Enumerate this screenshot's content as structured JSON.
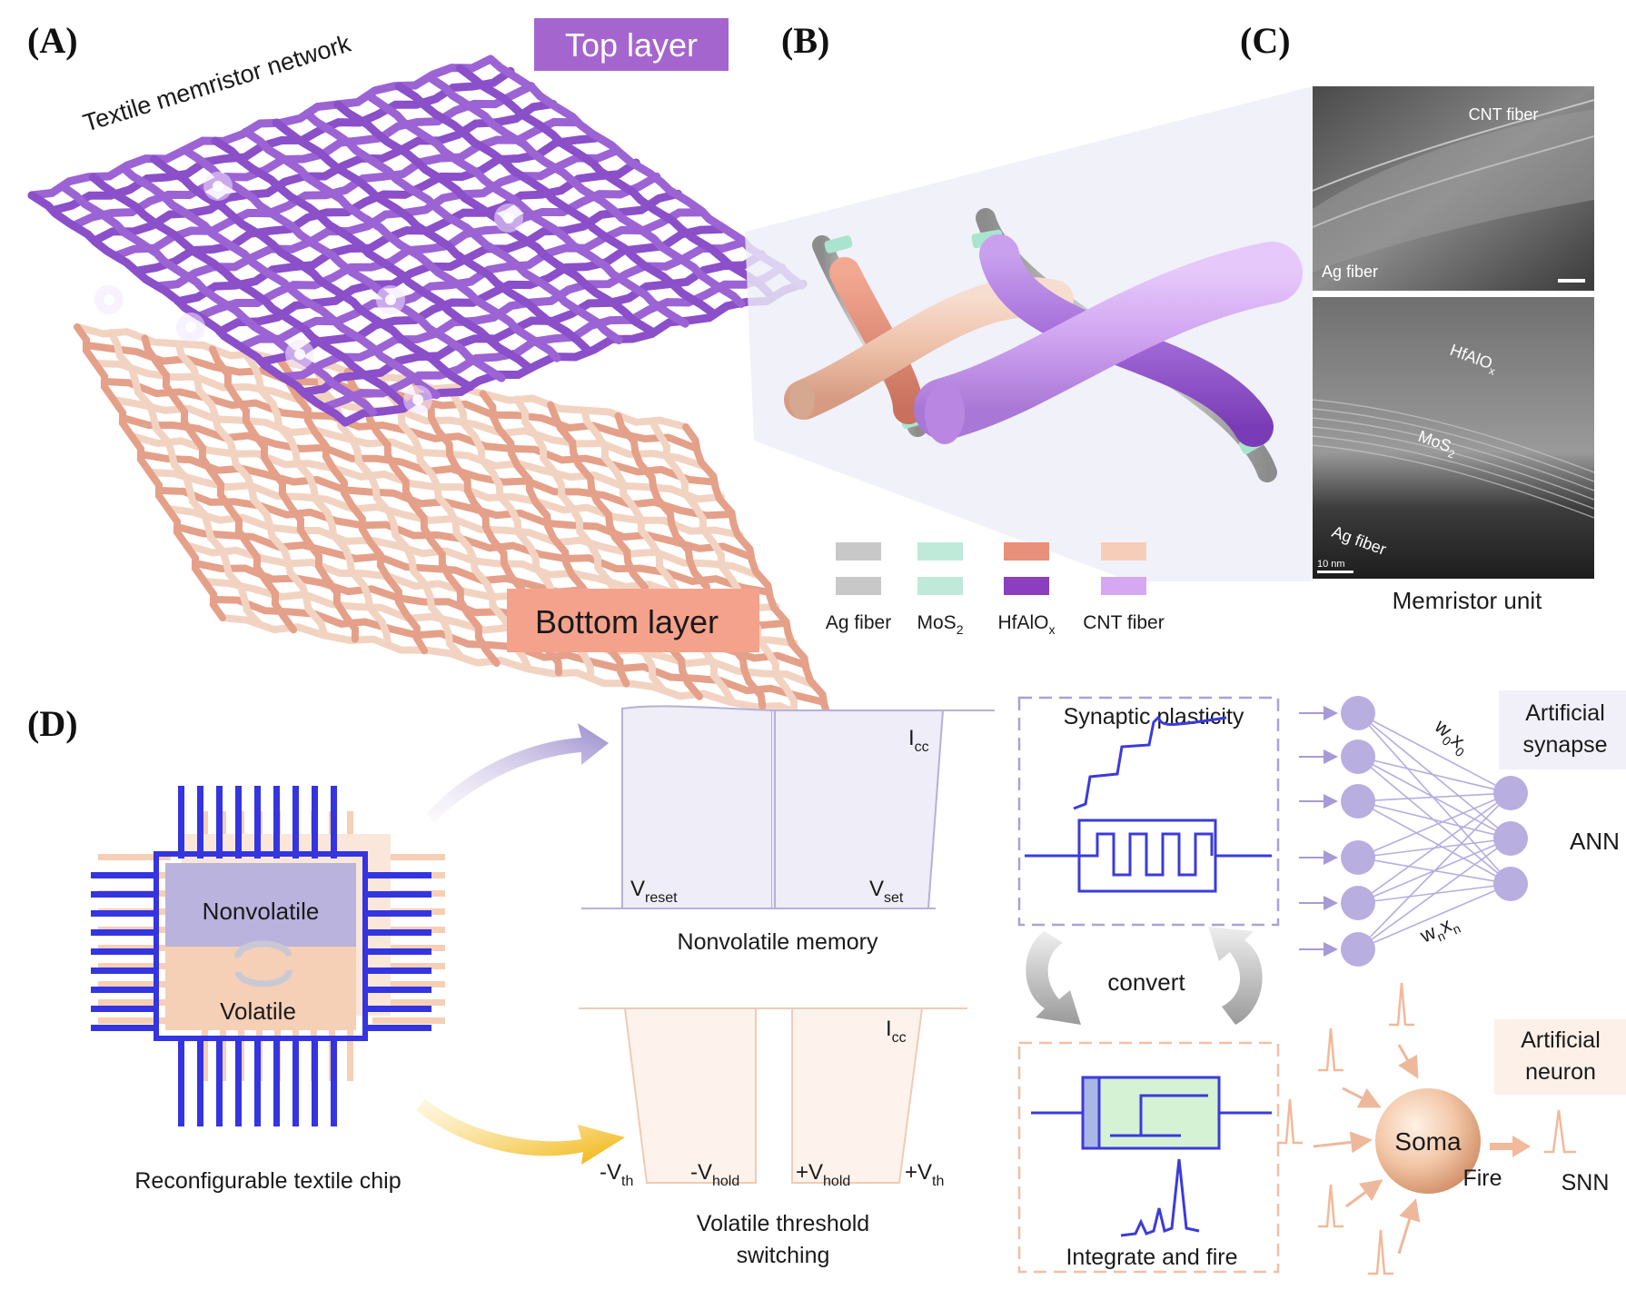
{
  "panels": {
    "a": "(A)",
    "b": "(B)",
    "c": "(C)",
    "d": "(D)"
  },
  "panel_a": {
    "network_label": "Textile memristor network",
    "top_layer": "Top layer",
    "bottom_layer": "Bottom layer"
  },
  "panel_b": {
    "legend": [
      {
        "name": "Ag fiber",
        "sub": "",
        "color": "#c8c8c8"
      },
      {
        "name": "MoS",
        "sub": "2",
        "color": "#bfead9"
      },
      {
        "name": "HfAlO",
        "sub": "x",
        "color": "#e8907a"
      },
      {
        "name": "CNT fiber",
        "sub": "",
        "color": "#f5cdb9"
      }
    ],
    "hfalox_color_bottom": "#8b3fc0",
    "cnt_color_bottom": "#d6a8f2"
  },
  "panel_c": {
    "sem": {
      "cnt_label": "CNT fiber",
      "ag_label": "Ag fiber"
    },
    "tem": {
      "hfalox": "HfAlO",
      "hfalox_sub": "x",
      "mos2": "MoS",
      "mos2_sub": "2",
      "ag": "Ag fiber",
      "scale": "10 nm"
    },
    "caption": "Memristor unit"
  },
  "panel_d": {
    "chip": {
      "nonvolatile": "Nonvolatile",
      "volatile": "Volatile",
      "caption": "Reconfigurable textile chip"
    },
    "nonvolatile_plot": {
      "icc": "I",
      "icc_sub": "cc",
      "vreset": "V",
      "vreset_sub": "reset",
      "vset": "V",
      "vset_sub": "set",
      "caption": "Nonvolatile memory"
    },
    "volatile_plot": {
      "icc": "I",
      "icc_sub": "cc",
      "neg_vth": "-V",
      "neg_vth_sub": "th",
      "neg_vhold": "-V",
      "neg_vhold_sub": "hold",
      "pos_vhold": "+V",
      "pos_vhold_sub": "hold",
      "pos_vth": "+V",
      "pos_vth_sub": "th",
      "caption_line1": "Volatile threshold",
      "caption_line2": "switching"
    },
    "synaptic_plasticity": "Synaptic plasticity",
    "convert": "convert",
    "integrate_fire": "Integrate and fire",
    "artificial_synapse_line1": "Artificial",
    "artificial_synapse_line2": "synapse",
    "ann": "ANN",
    "w0x0": "w",
    "w0x0_sub": "0",
    "w0x0_x": "x",
    "w0x0_xsub": "0",
    "wnxn": "w",
    "wnxn_sub": "n",
    "wnxn_x": "x",
    "wnxn_xsub": "n",
    "artificial_neuron_line1": "Artificial",
    "artificial_neuron_line2": "neuron",
    "soma": "Soma",
    "fire": "Fire",
    "snn": "SNN"
  },
  "colors": {
    "top_fiber": "#8a4fc9",
    "bottom_fiber": "#e5a089",
    "bottom_fiber_light": "#f2d3c2",
    "chip_blue": "#3434e0",
    "nonvolatile_fill": "#b9b3de",
    "volatile_fill": "#f5cfb6",
    "neuron": "#b9aee0",
    "top_layer_badge": "#a565cf",
    "bottom_layer_badge": "#f5a28c"
  }
}
